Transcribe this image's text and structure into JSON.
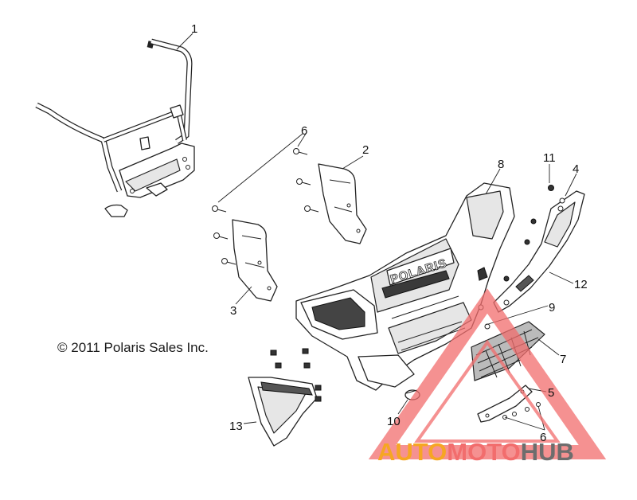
{
  "copyright": "© 2011 Polaris Sales Inc.",
  "brand_on_part": "POLARIS",
  "watermark": {
    "part1": "AUTO",
    "part2": "MOTO",
    "part3": "HUB"
  },
  "callouts": {
    "c1": "1",
    "c2": "2",
    "c3": "3",
    "c4": "4",
    "c5": "5",
    "c6a": "6",
    "c6b": "6",
    "c7": "7",
    "c8": "8",
    "c9": "9",
    "c10": "10",
    "c11": "11",
    "c12": "12",
    "c13": "13"
  },
  "colors": {
    "watermark_triangle": "#f26d6d",
    "watermark_auto": "#f6a623",
    "watermark_hub": "#6d6d6d"
  }
}
